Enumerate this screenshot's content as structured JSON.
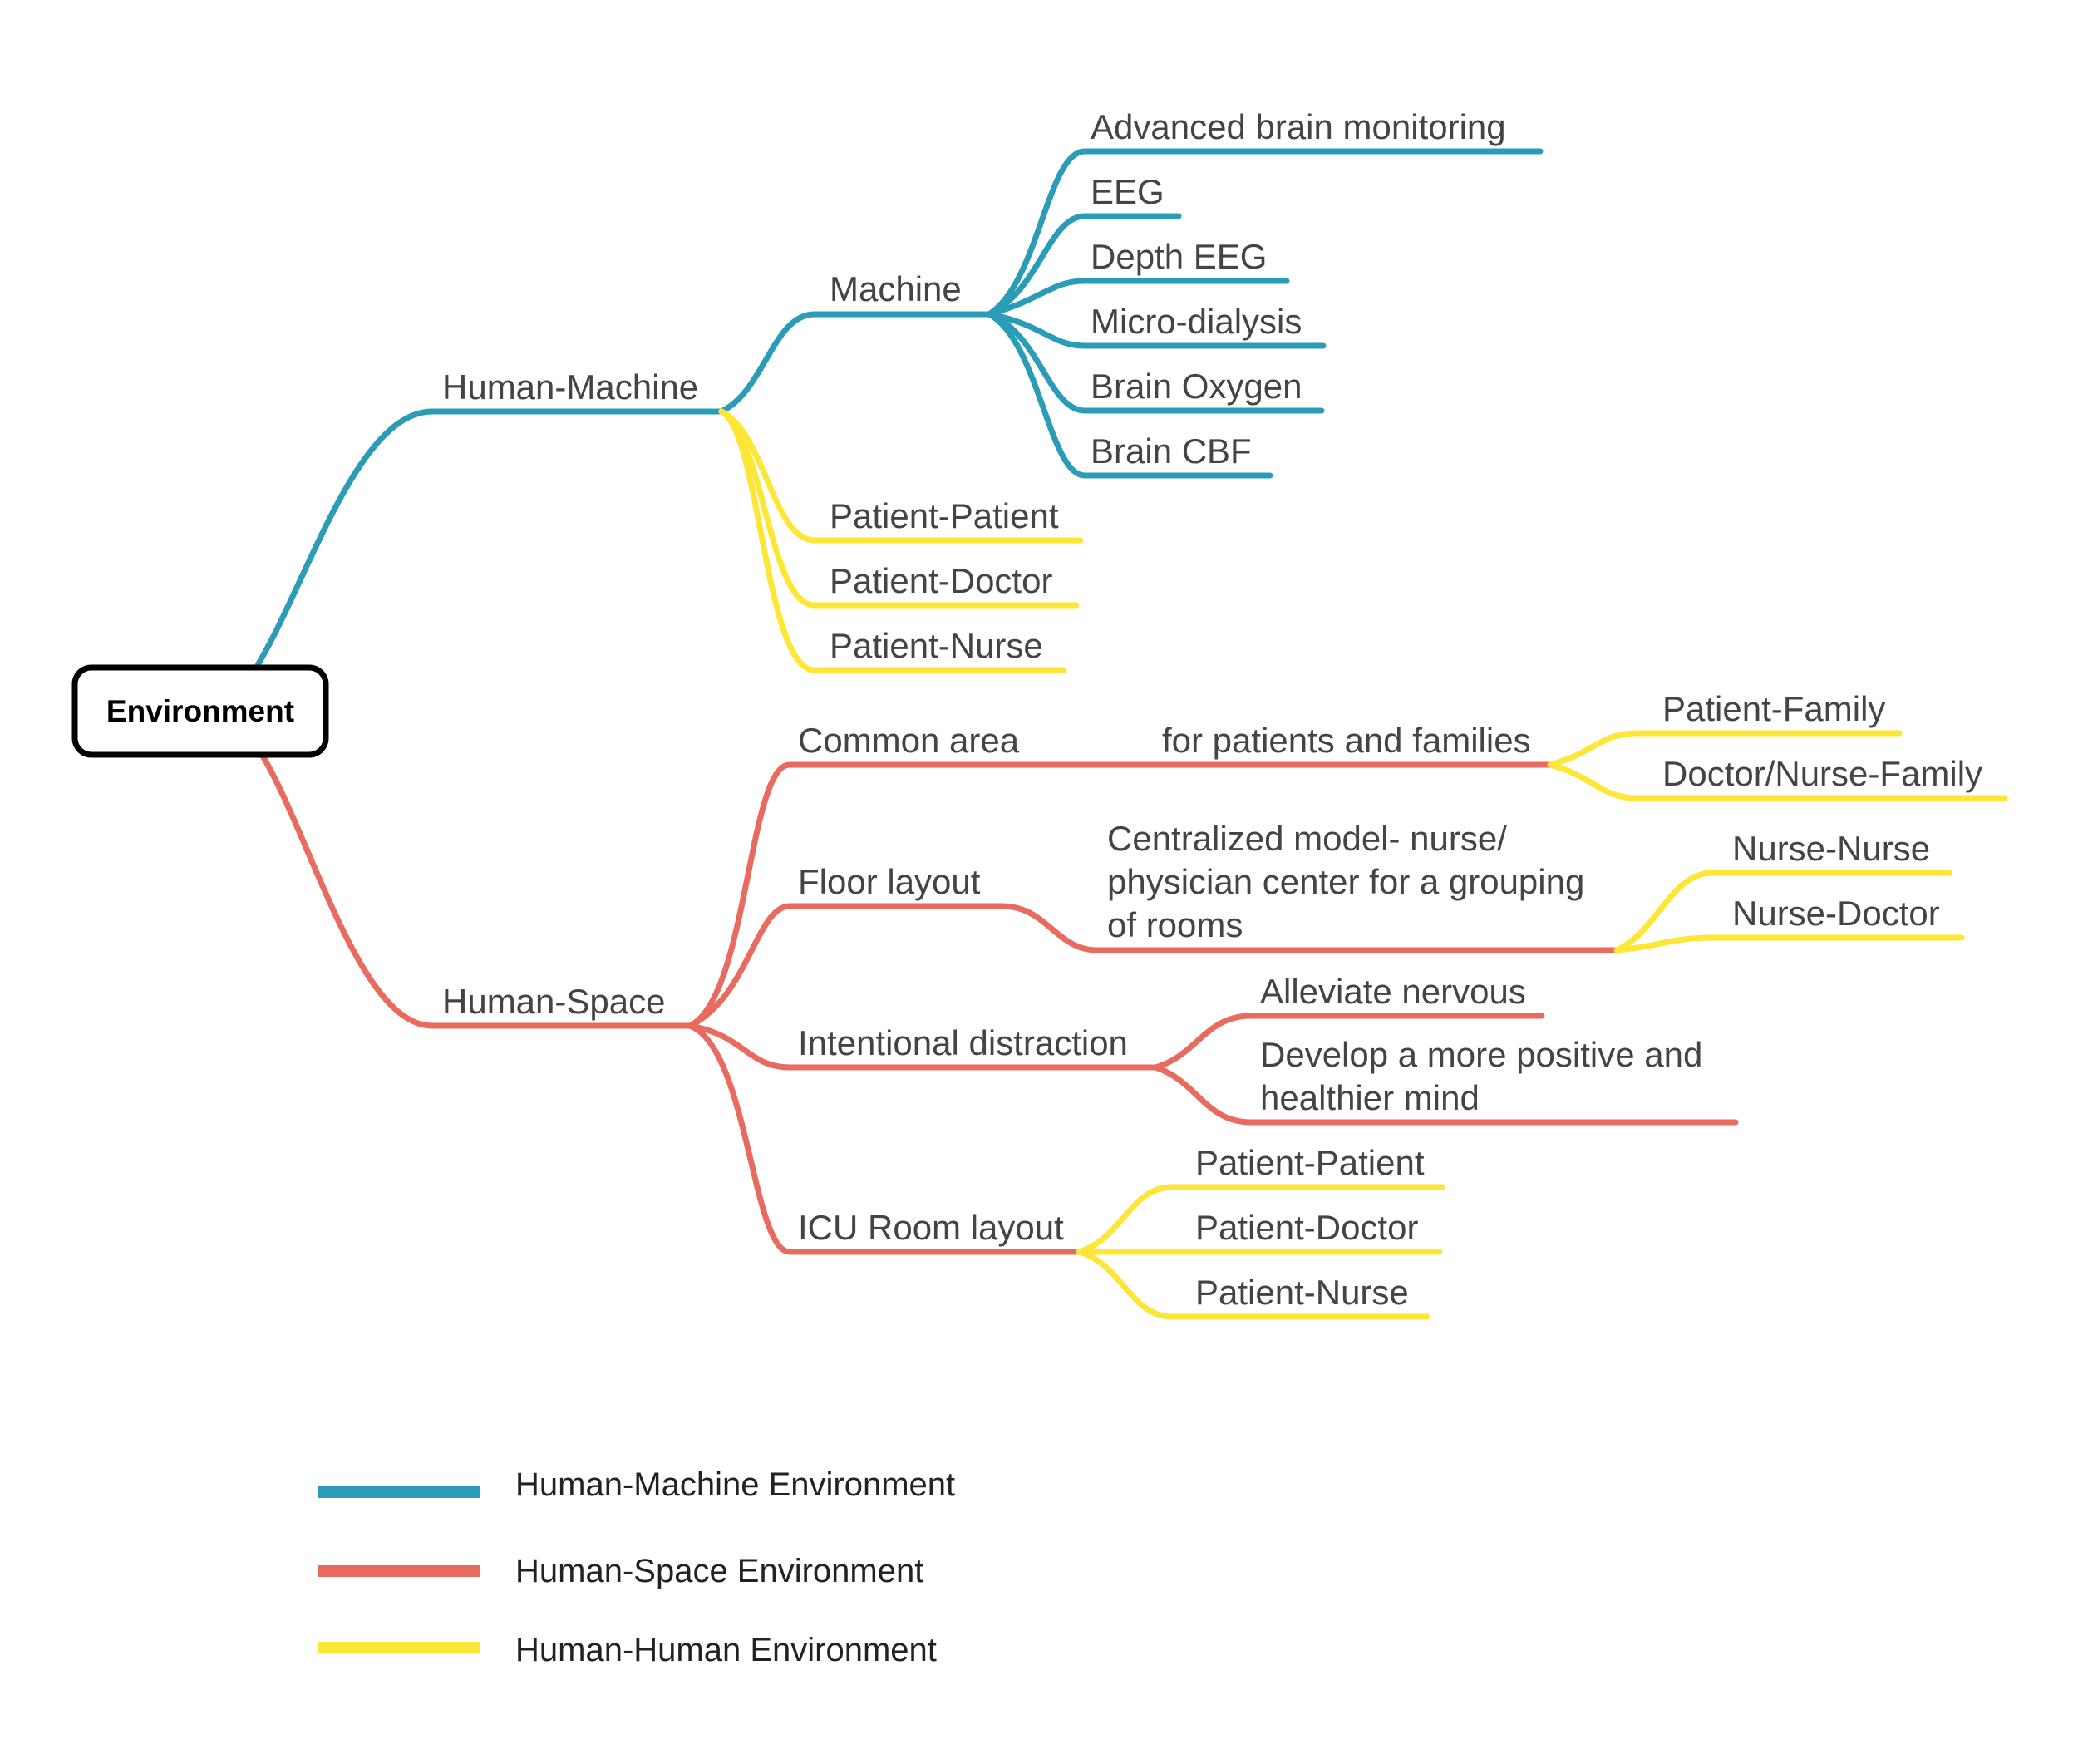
{
  "colors": {
    "machine": "#2b9cb8",
    "space": "#e96a5e",
    "human": "#fde636"
  },
  "root": {
    "label": "Environment"
  },
  "branches": {
    "human_machine": "Human-Machine",
    "machine": "Machine",
    "machine_items": [
      "Advanced brain monitoring",
      "EEG",
      "Depth EEG",
      "Micro-dialysis",
      "Brain Oxygen",
      "Brain CBF"
    ],
    "hm_human_items": [
      "Patient-Patient",
      "Patient-Doctor",
      "Patient-Nurse"
    ],
    "human_space": "Human-Space",
    "common_area": "Common area",
    "common_area_note": "for patients and families",
    "common_area_items": [
      "Patient-Family",
      "Doctor/Nurse-Family"
    ],
    "floor_layout": "Floor layout",
    "floor_layout_note": [
      "Centralized model- nurse/",
      "physician center for a grouping",
      "of rooms"
    ],
    "floor_layout_items": [
      "Nurse-Nurse",
      "Nurse-Doctor"
    ],
    "intentional_distraction": "Intentional distraction",
    "distraction_items": [
      "Alleviate nervous",
      "Develop a more positive and",
      "healthier mind"
    ],
    "icu_room_layout": "ICU Room layout",
    "icu_items": [
      "Patient-Patient",
      "Patient-Doctor",
      "Patient-Nurse"
    ]
  },
  "legend": [
    {
      "label": "Human-Machine Environment",
      "color": "#2b9cb8"
    },
    {
      "label": "Human-Space Environment",
      "color": "#e96a5e"
    },
    {
      "label": "Human-Human Environment",
      "color": "#fde636"
    }
  ]
}
